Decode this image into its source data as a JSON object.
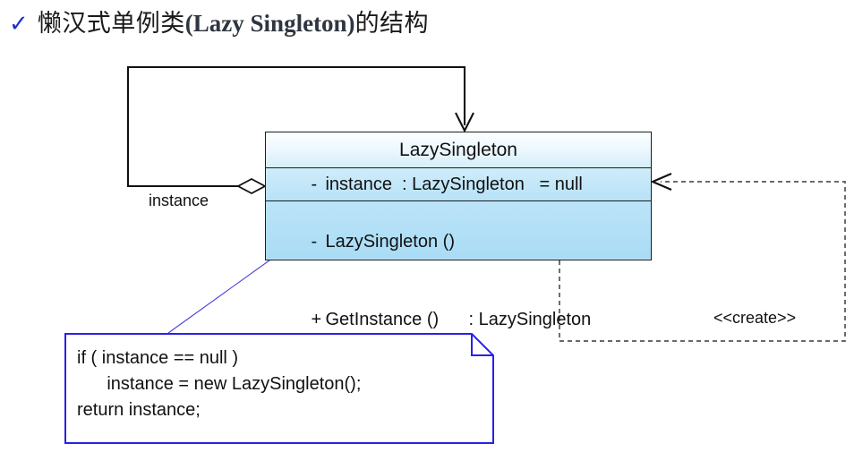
{
  "slide": {
    "bullet_icon": "check-icon",
    "title_cn_prefix": "懒汉式单例类",
    "title_en": "(Lazy Singleton)",
    "title_cn_suffix": "的结构"
  },
  "diagram": {
    "type": "uml-class-diagram",
    "class_box": {
      "name": "LazySingleton",
      "attributes": [
        {
          "visibility": "-",
          "text": "instance  : LazySingleton   = null"
        }
      ],
      "operations": [
        {
          "visibility": "-",
          "text": "LazySingleton ()"
        },
        {
          "visibility": "+",
          "text": "GetInstance ()      : LazySingleton"
        }
      ]
    },
    "associations": [
      {
        "name": "aggregation-self-instance",
        "label": "instance",
        "line_style": "solid",
        "source_decoration": "hollow-diamond",
        "target_decoration": "open-arrow"
      },
      {
        "name": "dependency-self-create",
        "label": "<<create>>",
        "line_style": "dashed",
        "target_decoration": "open-arrow"
      }
    ],
    "note": {
      "name": "getinstance-body-note",
      "lines": [
        "if ( instance == null )",
        "      instance = new LazySingleton();",
        "return instance;"
      ],
      "border_color": "#2b20e8"
    }
  },
  "colors": {
    "check": "#2030c8",
    "class_fill_top": "#fbfeff",
    "class_fill_bottom": "#a9dcf5",
    "class_border": "#1c1c1c",
    "note_border": "#2b20e8",
    "wire": "#111111"
  }
}
